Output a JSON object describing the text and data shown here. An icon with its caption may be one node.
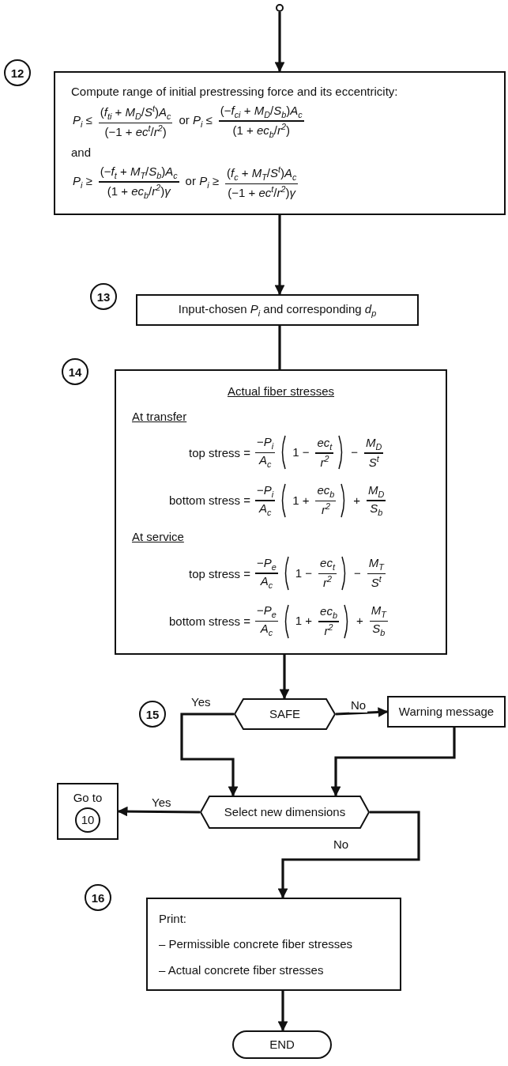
{
  "diagram": {
    "nodes": [
      {
        "text": [],
        "shape": "circle"
      },
      {
        "text": [
          "Compute range of initial prestressing force and its eccentricity:",
          "*P*$_{i}$ ≤",
          "(*f*$_{ti}$ + *M*$_{D}$/*S*$^{t}$)*A*$_{c}$",
          "(−1 + *ec*$^{t}$/*r*$^{2}$)",
          "or *P*$_{i}$ ≤",
          "(−*f*$_{ci}$ + *M*$_{D}$/*S*$_{b}$)*A*$_{c}$",
          "(1 + *ec*$_{b}$/*r*$^{2}$)",
          "and",
          "*P*$_{i}$ ≥",
          "(−*f*$_{t}$ + *M*$_{T}$/*S*$_{b}$)*A*$_{c}$",
          "(1 + *ec*$_{b}$/*r*$^{2}$)*γ*",
          "or *P*$_{i}$ ≥",
          "(*f*$_{c}$ + *M*$_{T}$/*S*$^{t}$)*A*$_{c}$",
          "(−1 + *ec*$^{t}$/*r*$^{2}$)*γ*"
        ],
        "beside": [
          "12"
        ]
      },
      {
        "text": [
          "Input-chosen *P*$_{i}$ and corresponding *d*$_{p}$"
        ],
        "beside": [
          "13"
        ]
      },
      {
        "text": [
          "Actual fiber stresses",
          "At transfer",
          "top stress =",
          "−*P*$_{i}$",
          "*A*$_{c}$",
          "1 −",
          "*ec*$_{t}$",
          "*r*$^{2}$",
          "−",
          "*M*$_{D}$",
          "*S*$^{t}$",
          "bottom stress =",
          "−*P*$_{i}$",
          "*A*$_{c}$",
          "1 +",
          "*ec*$_{b}$",
          "*r*$^{2}$",
          "+",
          "*M*$_{D}$",
          "*S*$_{b}$",
          "At service",
          "top stress =",
          "−*P*$_{e}$",
          "*A*$_{c}$",
          "1 −",
          "*ec*$_{t}$",
          "*r*$^{2}$",
          "−",
          "*M*$_{T}$",
          "*S*$^{t}$",
          "bottom stress =",
          "−*P*$_{e}$",
          "*A*$_{c}$",
          "1 +",
          "*ec*$_{b}$",
          "*r*$^{2}$",
          "+",
          "*M*$_{T}$",
          "*S*$_{b}$"
        ],
        "beside": [
          "14"
        ]
      },
      {
        "text": [
          "SAFE"
        ]
      },
      {
        "text": [
          "Warning message"
        ]
      },
      {
        "text": [
          "Select new dimensions"
        ]
      },
      {
        "text": [
          "Go to",
          "10"
        ]
      },
      {
        "text": [
          "Print:",
          "– Permissible concrete fiber stresses",
          "– Actual concrete fiber stresses"
        ],
        "beside": [
          "16"
        ]
      },
      {
        "text": [
          "END"
        ]
      }
    ],
    "edges": [
      {
        "from": 0,
        "to": 1,
        "arrow": "to"
      },
      {
        "from": 1,
        "to": 2,
        "arrow": "to"
      },
      {
        "from": 2,
        "to": 3,
        "arrow": "none"
      },
      {
        "from": 3,
        "to": 4,
        "arrow": "to"
      },
      {
        "from": 4,
        "to": 5,
        "arrow": "to",
        "label": "No"
      },
      {
        "from": 4,
        "to": 6,
        "arrow": "to",
        "label": "Yes"
      },
      {
        "from": 5,
        "to": 6,
        "arrow": "to"
      },
      {
        "from": 6,
        "to": 7,
        "arrow": "to",
        "label": "Yes"
      },
      {
        "from": 6,
        "to": 8,
        "arrow": "to",
        "label": "No"
      },
      {
        "from": 8,
        "to": 9,
        "arrow": "to"
      }
    ],
    "labels": [
      "15"
    ]
  }
}
